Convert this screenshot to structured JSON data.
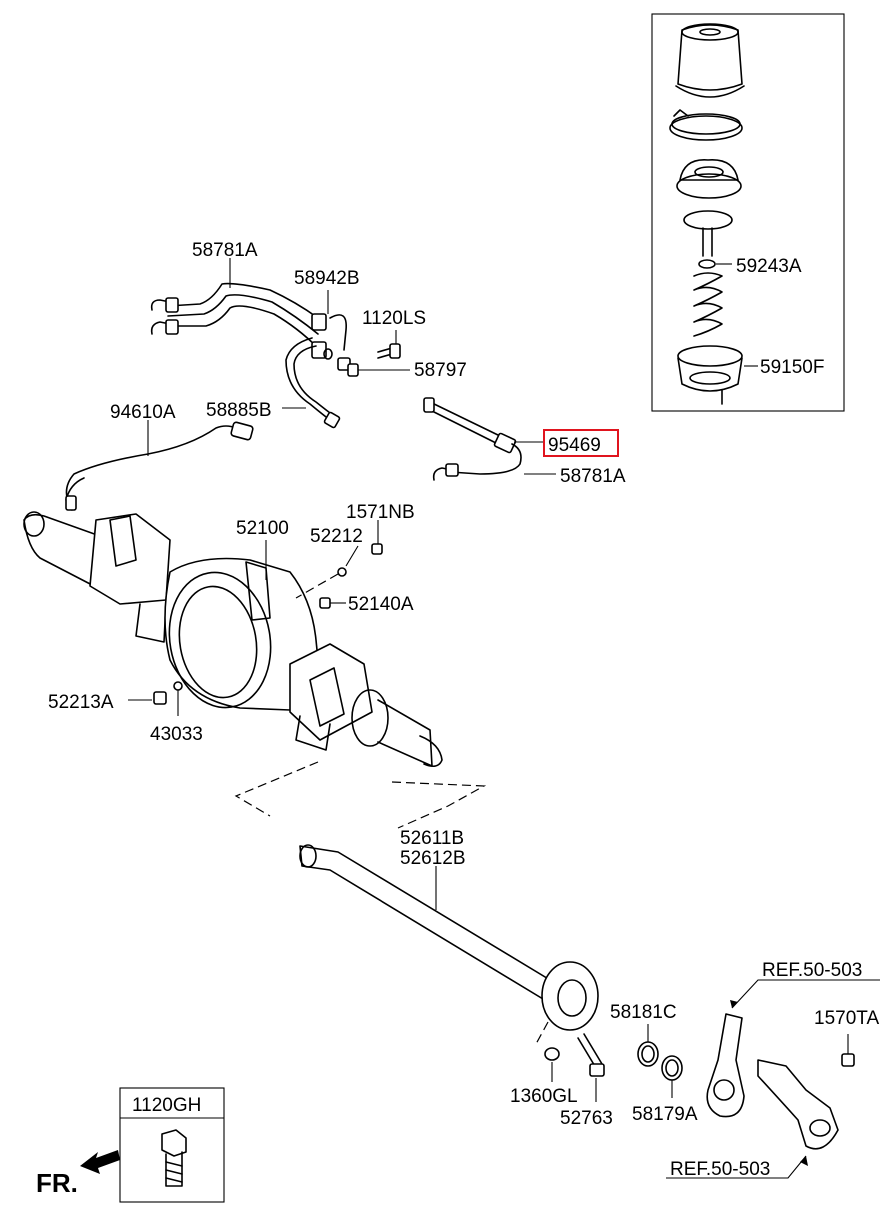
{
  "diagram": {
    "highlight_color": "#e0141e",
    "labels": {
      "p58781A_top": "58781A",
      "p58942B": "58942B",
      "p1120LS": "1120LS",
      "p58797": "58797",
      "p58885B": "58885B",
      "p94610A": "94610A",
      "p95469": "95469",
      "p58781A_bottom": "58781A",
      "p59243A": "59243A",
      "p59150F": "59150F",
      "p1571NB": "1571NB",
      "p52100": "52100",
      "p52212": "52212",
      "p52140A": "52140A",
      "p52213A": "52213A",
      "p43033": "43033",
      "p52611B": "52611B",
      "p52612B": "52612B",
      "ref_top": "REF.50-503",
      "p58181C": "58181C",
      "p1570TA": "1570TA",
      "p1360GL": "1360GL",
      "p52763": "52763",
      "p58179A": "58179A",
      "ref_bottom": "REF.50-503",
      "p1120GH": "1120GH",
      "front": "FR."
    }
  }
}
